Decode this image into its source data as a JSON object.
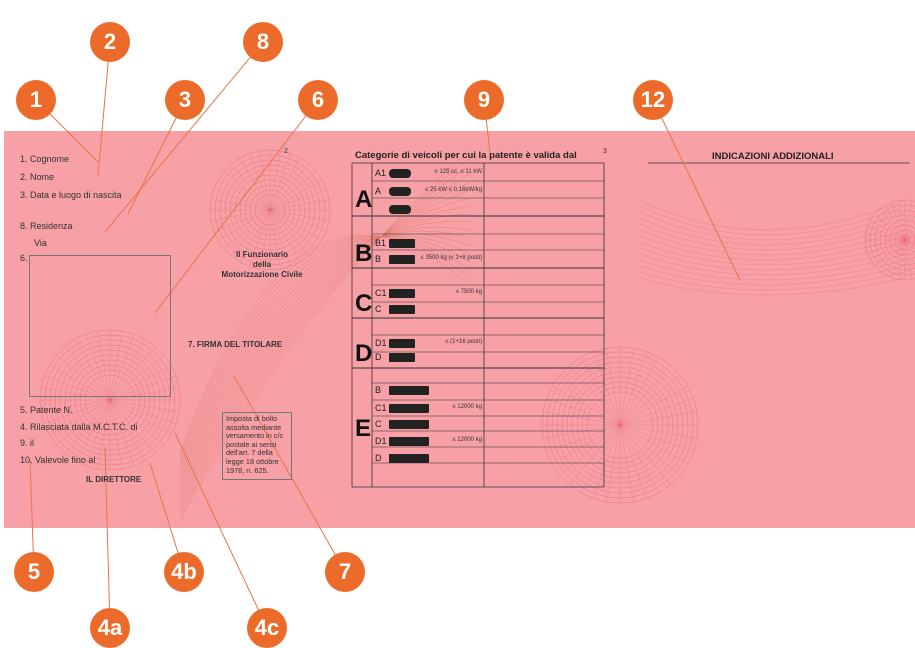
{
  "badges": [
    "1",
    "2",
    "3",
    "8",
    "6",
    "9",
    "12",
    "5",
    "4b",
    "7",
    "4a",
    "4c"
  ],
  "fields": {
    "f1": "1. Cognome",
    "f2": "2. Nome",
    "f3": "3. Data e luogo di nascita",
    "f8": "8. Residenza",
    "via": "Via",
    "f6": "6.",
    "f5": "5. Patente N.",
    "f4": "4. Rilasciata dalla M.C.T.C. di",
    "f9": "9. il",
    "f10": "10. Valevole fino al",
    "director": "IL DIRETTORE",
    "funzionario": [
      "Il Funzionario",
      "della",
      "Motorizzazione Civile"
    ],
    "firma": "7. FIRMA DEL TITOLARE",
    "stamp": "Imposta di bollo assolta mediante versamento in c/c postale ai sensi dell'art. 7 della legge 18 ottobre 1978, n. 625."
  },
  "page_numbers": {
    "p2": "2",
    "p3": "3"
  },
  "categories": {
    "header": "Categorie di veicoli per cui la patente è valida dal",
    "groups": [
      "A",
      "B",
      "C",
      "D",
      "E"
    ],
    "rows": [
      {
        "sub": "A1",
        "note": "≤ 125 cc. ≤ 11 kW"
      },
      {
        "sub": "A",
        "note": "≤ 25 kW ≤ 0,16kW/kg"
      },
      {
        "sub": "",
        "note": ""
      },
      {
        "sub": "B1",
        "note": ""
      },
      {
        "sub": "B",
        "note": "≤ 3500 kg (≤ 1+8 posti)"
      },
      {
        "sub": "C1",
        "note": "≤ 7500 kg"
      },
      {
        "sub": "C",
        "note": ""
      },
      {
        "sub": "D1",
        "note": "≤ (1+16 posti)"
      },
      {
        "sub": "D",
        "note": ""
      },
      {
        "sub": "B",
        "note": ""
      },
      {
        "sub": "C1",
        "note": "≤ 12000 kg"
      },
      {
        "sub": "C",
        "note": ""
      },
      {
        "sub": "D1",
        "note": "≤ 12000 kg"
      },
      {
        "sub": "D",
        "note": ""
      }
    ]
  },
  "additional": "INDICAZIONI ADDIZIONALI",
  "colors": {
    "card": "#f7a0a6",
    "badge": "#ec6b2a",
    "guilloche": "#e0566a",
    "leader": "#e8744a"
  }
}
